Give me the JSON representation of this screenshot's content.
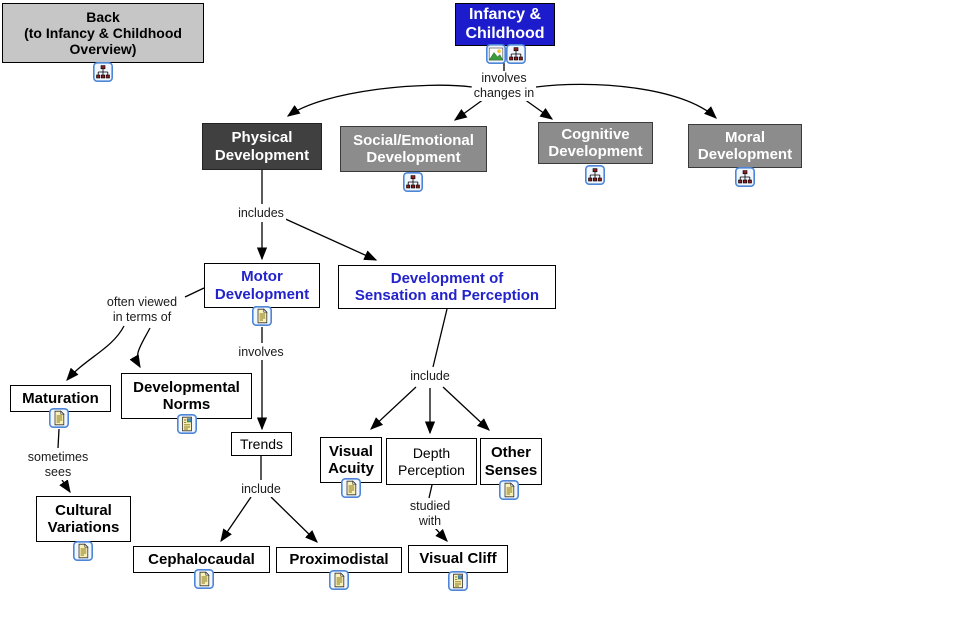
{
  "nodes": {
    "back": {
      "label": "Back\n(to Infancy & Childhood\nOverview)"
    },
    "infancy": {
      "label": "Infancy &\nChildhood"
    },
    "physical": {
      "label": "Physical\nDevelopment"
    },
    "social": {
      "label": "Social/Emotional\nDevelopment"
    },
    "cognitive": {
      "label": "Cognitive\nDevelopment"
    },
    "moral": {
      "label": "Moral\nDevelopment"
    },
    "motor": {
      "label": "Motor\nDevelopment"
    },
    "sensation": {
      "label": "Development of\nSensation and Perception"
    },
    "maturation": {
      "label": "Maturation"
    },
    "developmental_norms": {
      "label": "Developmental\nNorms"
    },
    "trends": {
      "label": "Trends"
    },
    "cultural_variations": {
      "label": "Cultural\nVariations"
    },
    "cephalocaudal": {
      "label": "Cephalocaudal"
    },
    "proximodistal": {
      "label": "Proximodistal"
    },
    "visual_acuity": {
      "label": "Visual\nAcuity"
    },
    "depth_perception": {
      "label": "Depth\nPerception"
    },
    "other_senses": {
      "label": "Other\nSenses"
    },
    "visual_cliff": {
      "label": "Visual Cliff"
    }
  },
  "link_labels": {
    "involves_changes_in": "involves\nchanges in",
    "includes": "includes",
    "often_viewed": "often viewed\nin terms of",
    "involves": "involves",
    "sometimes_sees": "sometimes\nsees",
    "include_trends": "include",
    "include_senses": "include",
    "studied_with": "studied\nwith"
  },
  "icons": {
    "hierarchy": "concept-map-link-icon",
    "image": "image-resource-icon",
    "document": "text-document-icon",
    "document_image": "illustrated-document-icon"
  },
  "colors": {
    "root_blue": "#1c1ccd",
    "node_text_blue": "#2323cb",
    "dark_box": "#404040",
    "gray_box": "#8c8c8c",
    "back_gray": "#c6c6c6",
    "icon_frame_blue": "#4d86d8",
    "page_yellow": "#f7f0b8",
    "hierarchy_node_red": "#8b1f1f"
  }
}
